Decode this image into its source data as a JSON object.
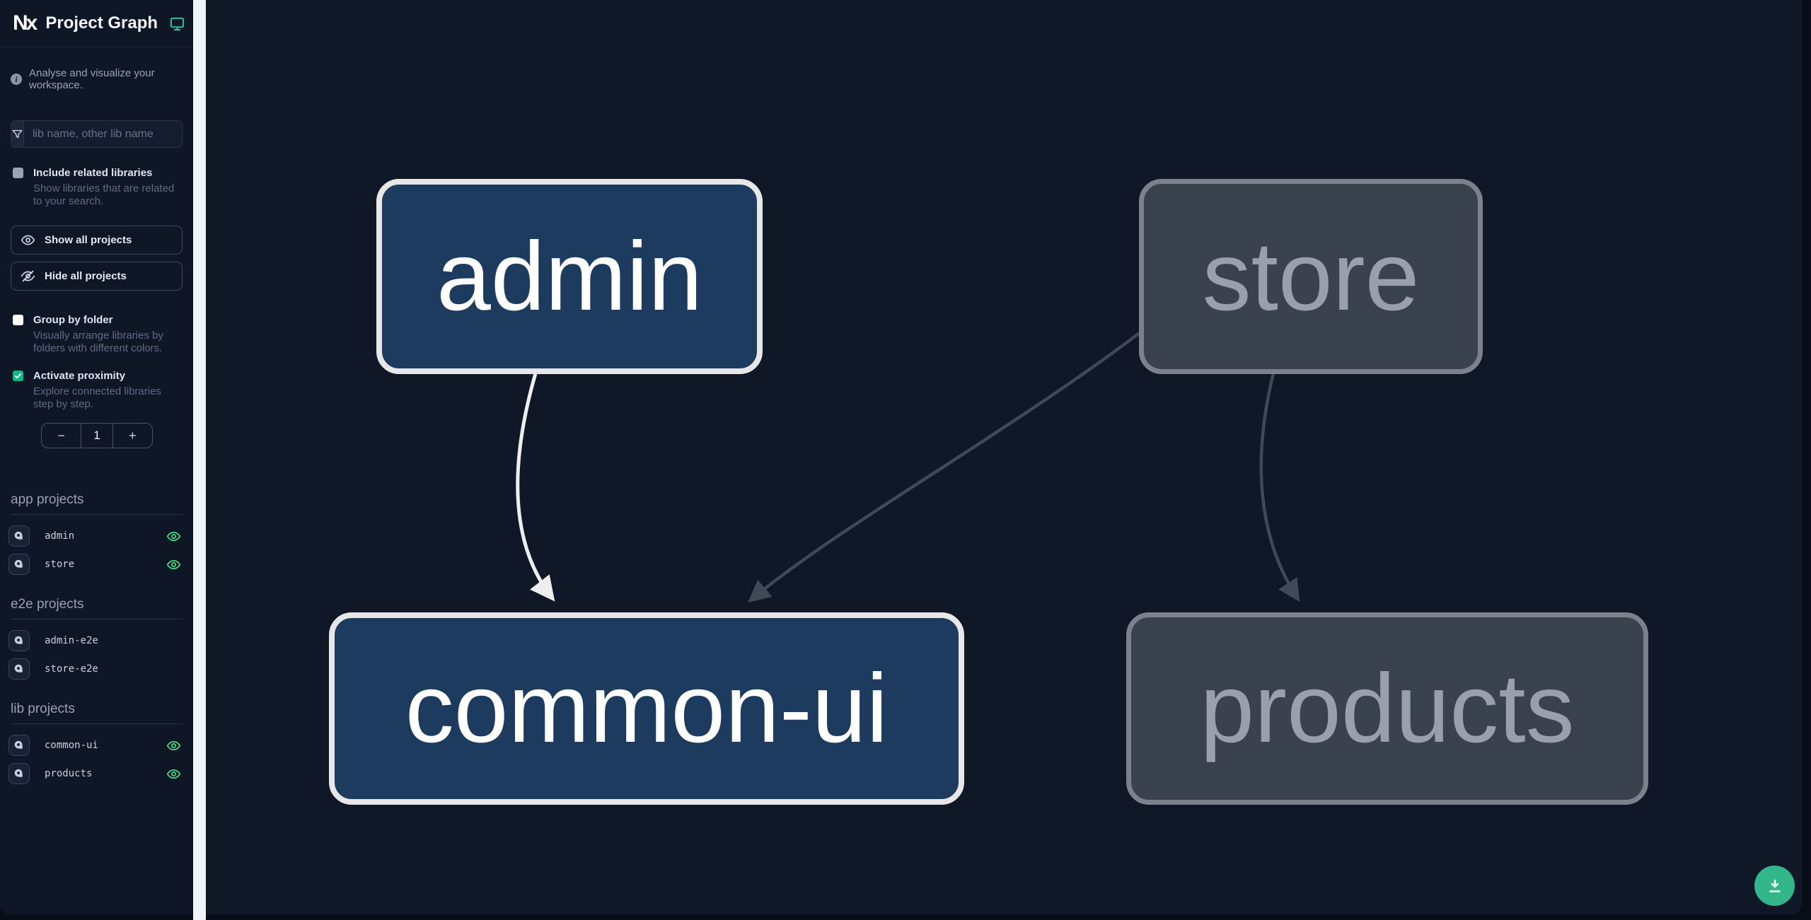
{
  "app": {
    "title": "Project Graph"
  },
  "sidebar": {
    "tagline": "Analyse and visualize your workspace.",
    "search_placeholder": "lib name, other lib name",
    "include_related": {
      "label": "Include related libraries",
      "desc": "Show libraries that are related to your search.",
      "checked": false
    },
    "show_all_label": "Show all projects",
    "hide_all_label": "Hide all projects",
    "group_by_folder": {
      "label": "Group by folder",
      "desc": "Visually arrange libraries by folders with different colors.",
      "checked": false
    },
    "activate_proximity": {
      "label": "Activate proximity",
      "desc": "Explore connected libraries step by step.",
      "checked": true
    },
    "proximity": {
      "minus": "−",
      "value": "1",
      "plus": "+"
    },
    "sections": [
      {
        "title": "app projects",
        "items": [
          {
            "name": "admin",
            "shown": true
          },
          {
            "name": "store",
            "shown": true
          }
        ]
      },
      {
        "title": "e2e projects",
        "items": [
          {
            "name": "admin-e2e",
            "shown": false
          },
          {
            "name": "store-e2e",
            "shown": false
          }
        ]
      },
      {
        "title": "lib projects",
        "items": [
          {
            "name": "common-ui",
            "shown": true
          },
          {
            "name": "products",
            "shown": true
          }
        ]
      }
    ]
  },
  "graph": {
    "nodes": [
      {
        "label": "admin",
        "state": "focused"
      },
      {
        "label": "store",
        "state": "dimmed"
      },
      {
        "label": "common-ui",
        "state": "focused"
      },
      {
        "label": "products",
        "state": "dimmed"
      }
    ],
    "edges": [
      {
        "from": "admin",
        "to": "common-ui",
        "style": "highlighted"
      },
      {
        "from": "store",
        "to": "common-ui",
        "style": "dimmed"
      },
      {
        "from": "store",
        "to": "products",
        "style": "dimmed"
      }
    ]
  },
  "colors": {
    "accent_teal": "#2fc9a5",
    "eye_green": "#4ade80",
    "checkbox_green": "#10b981",
    "fab_green": "#33b689",
    "node_focused_bg": "#1d3b5e",
    "node_dimmed_bg": "#3a424e",
    "edge_highlight": "#eeeeee",
    "edge_dimmed": "#414956"
  }
}
